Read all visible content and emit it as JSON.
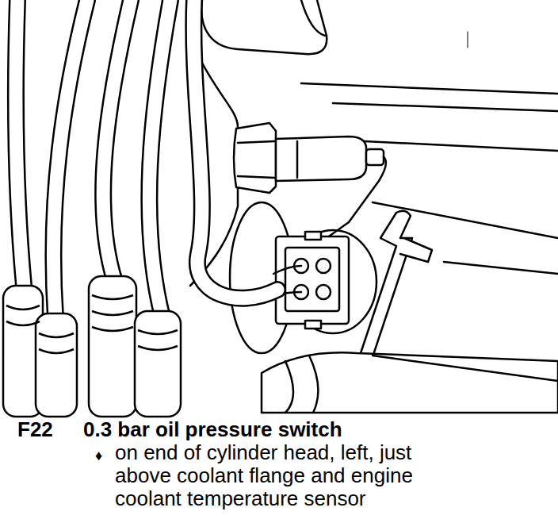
{
  "diagram": {
    "labels": [
      "F22",
      "0.3 bar oil pressure switch",
      "♦",
      "on end of cylinder head, left, just above coolant flange and engine coolant temperature sensor"
    ]
  }
}
